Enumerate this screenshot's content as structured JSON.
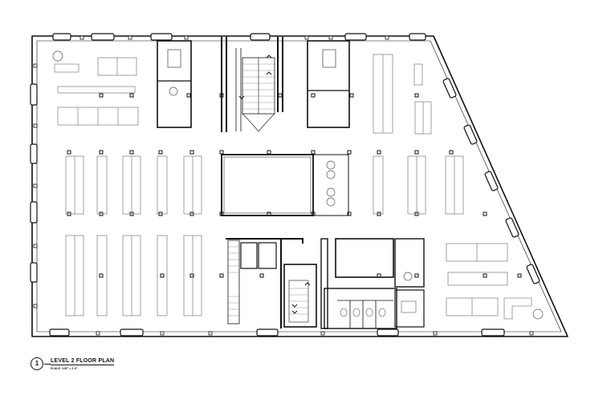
{
  "drawing": {
    "number": "1",
    "title": "LEVEL 2 FLOOR PLAN",
    "scale": "SCALE: 1/32\" = 1'-0\""
  },
  "colors": {
    "line": "#111111",
    "light_line": "#8a8a8a",
    "background": "#ffffff"
  }
}
